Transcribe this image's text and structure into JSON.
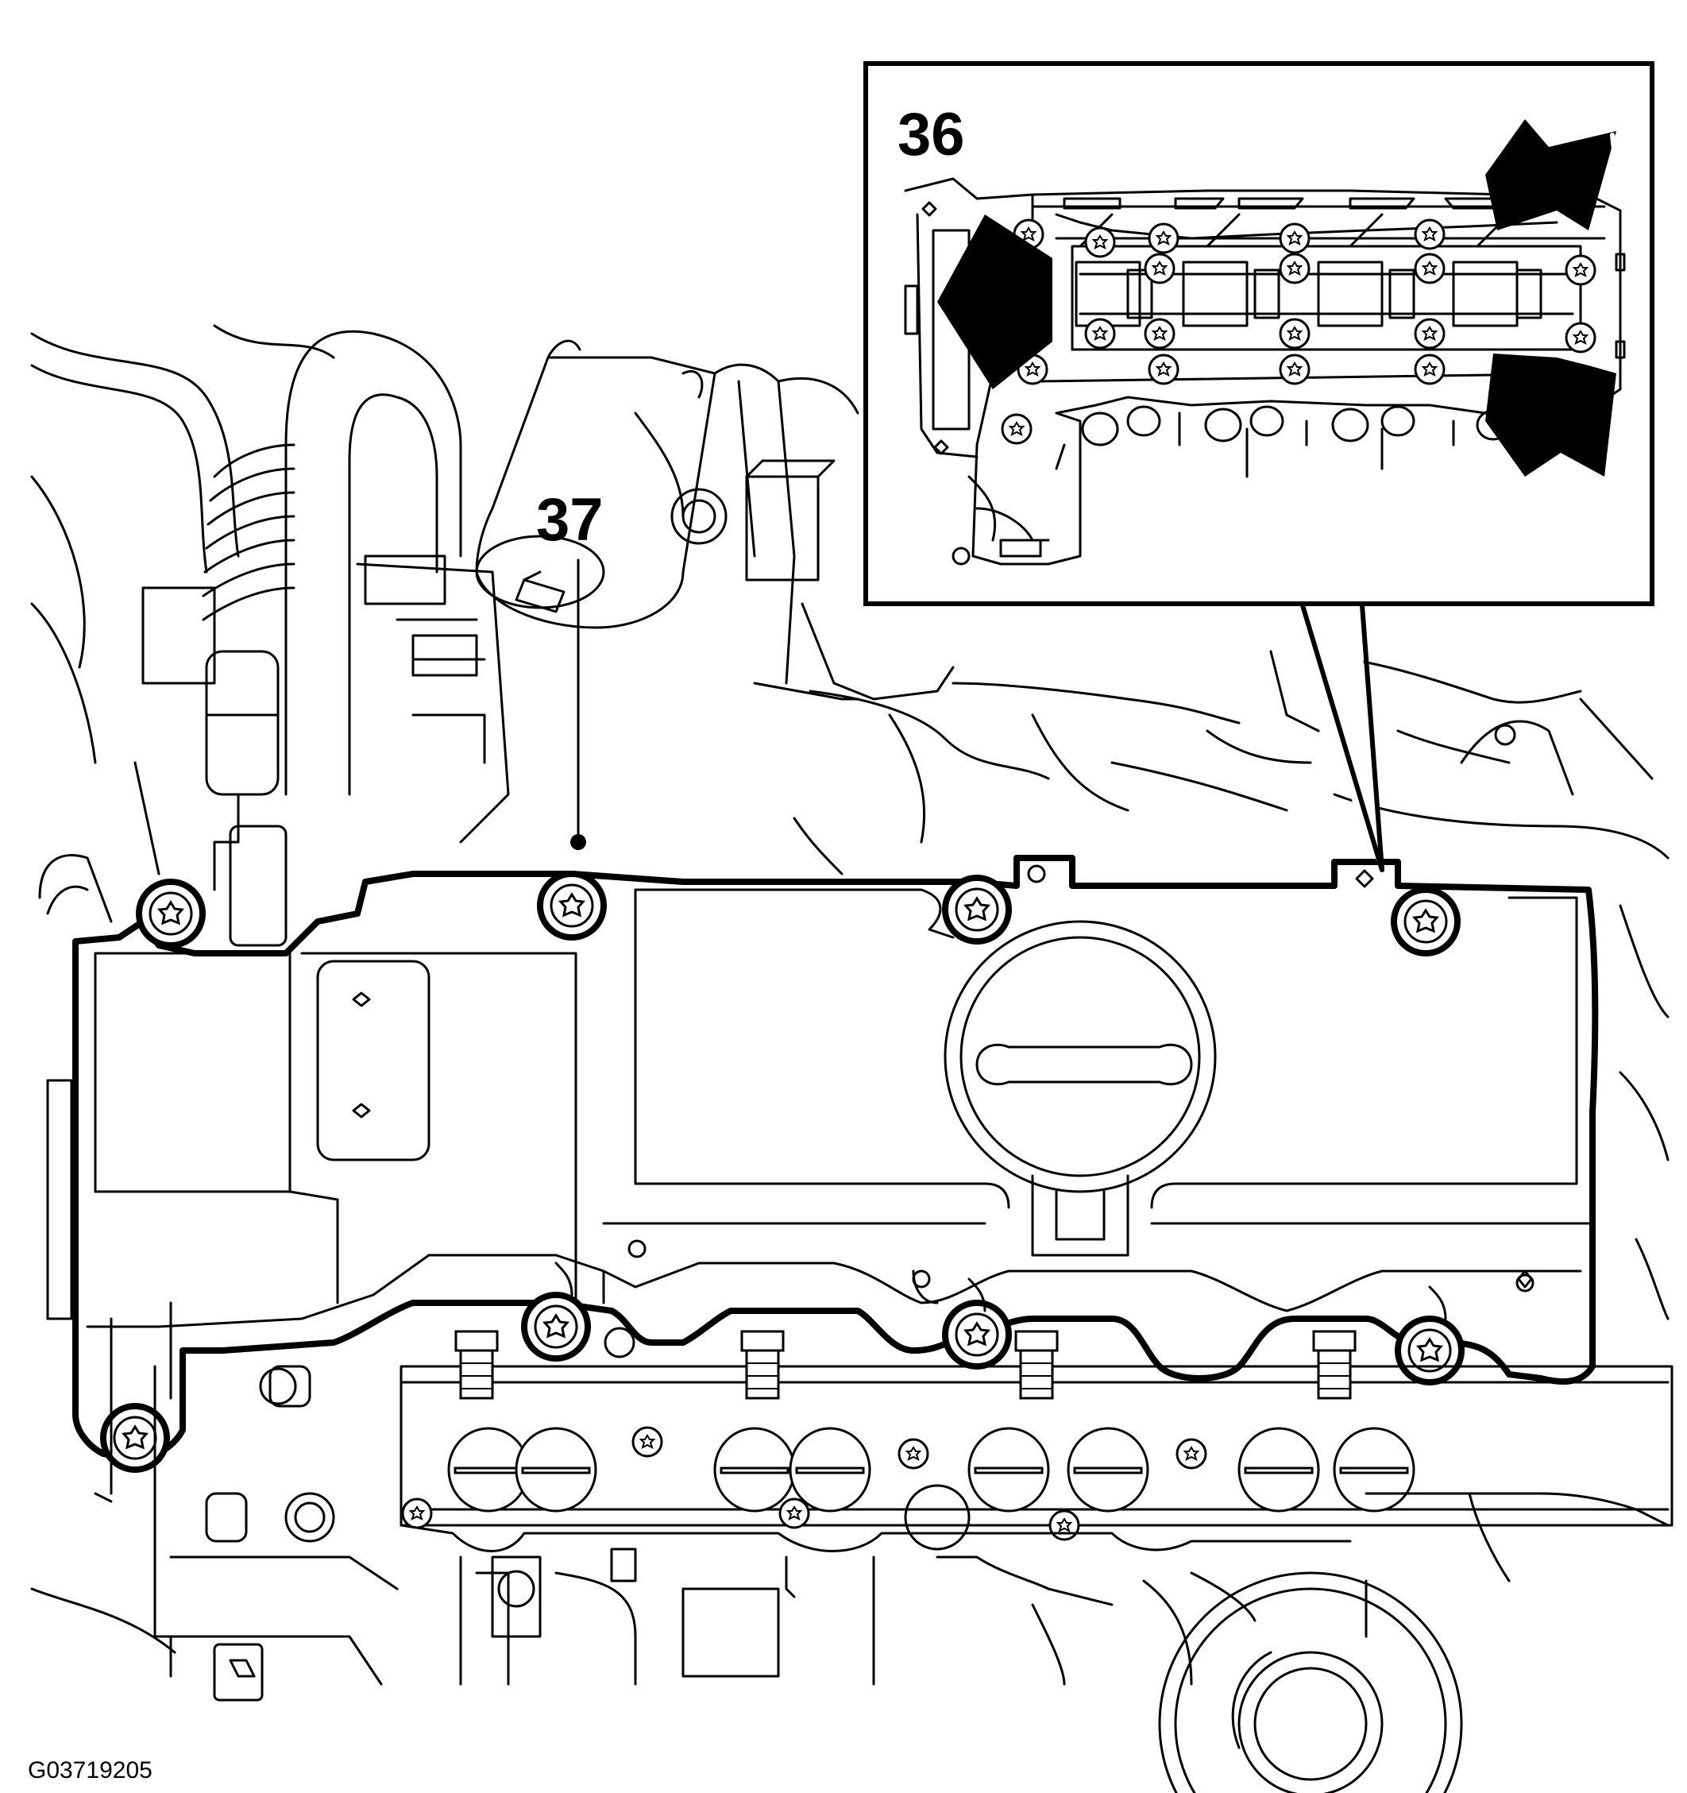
{
  "labels": {
    "main_callout": "37",
    "inset_callout": "36"
  },
  "figure_id": "G03719205",
  "colors": {
    "line": "#000000",
    "background": "#ffffff"
  },
  "icons": {
    "torx_bolt": "torx-bolt-icon",
    "direction_arrow": "arrow-icon"
  }
}
